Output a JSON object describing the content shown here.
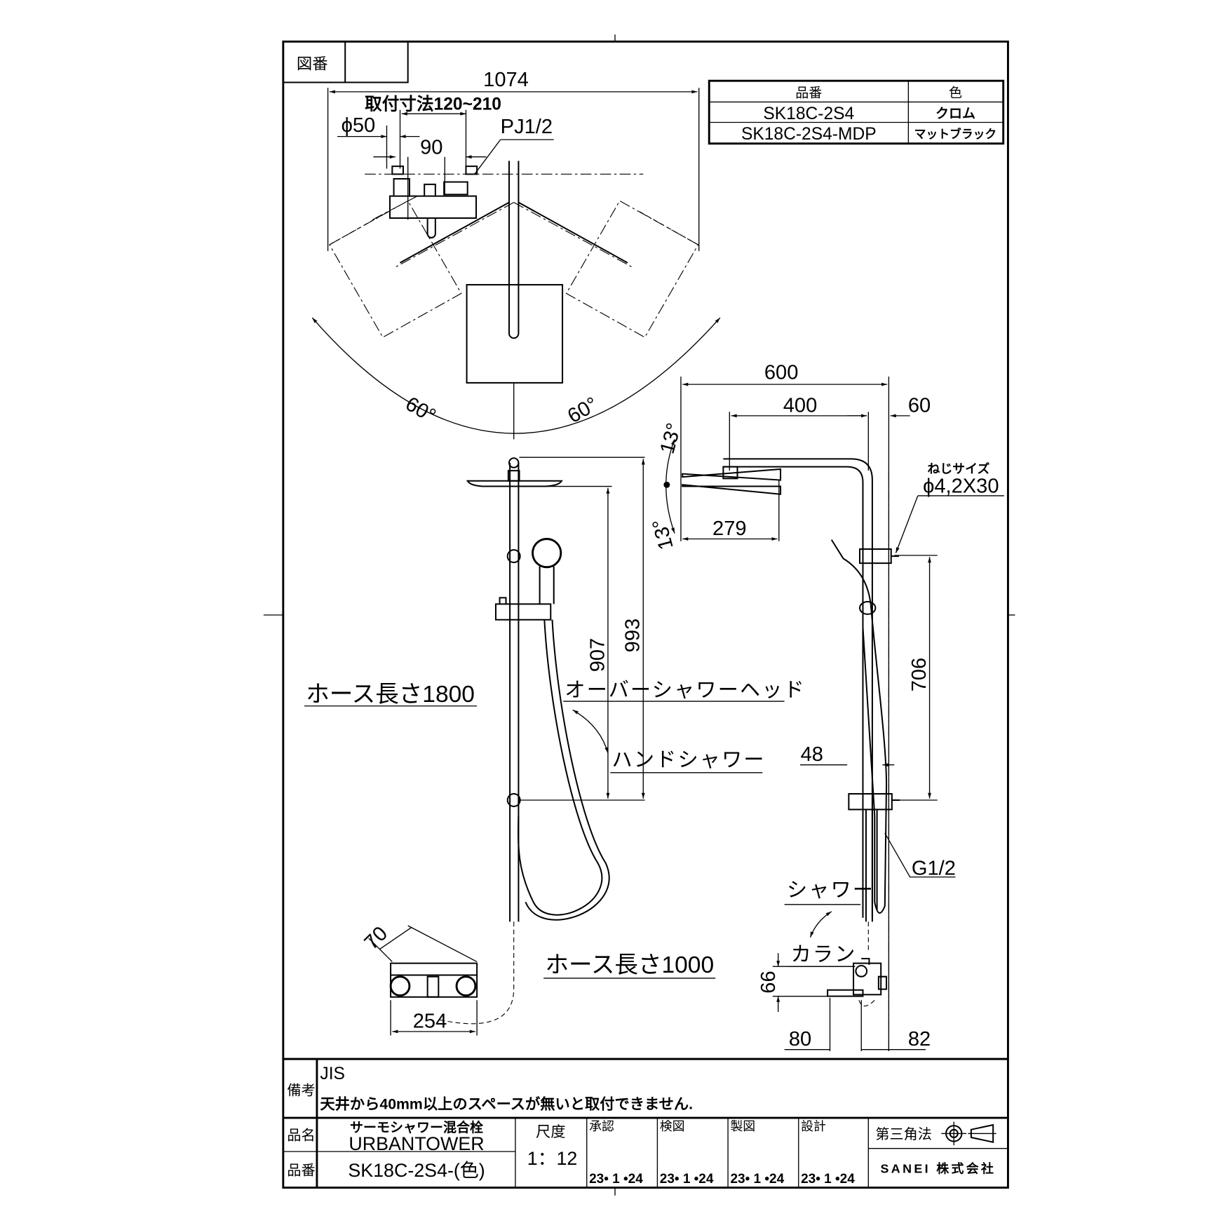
{
  "header": {
    "drawing_number_label": "図番",
    "drawing_number_value": ""
  },
  "parts_table": {
    "headers": [
      "品番",
      "色"
    ],
    "rows": [
      {
        "part": "SK18C-2S4",
        "color": "クロム"
      },
      {
        "part": "SK18C-2S4-MDP",
        "color": "マットブラック"
      }
    ]
  },
  "top_view": {
    "overall_width": "1074",
    "mount_range": "取付寸法120~210",
    "diameter": "ϕ50",
    "spacing": "90",
    "thread": "PJ1/2",
    "angle_left": "60°",
    "angle_right": "60°"
  },
  "front_view": {
    "height_hand": "907",
    "height_head": "993",
    "hose_long": "ホース長さ1800",
    "hose_short": "ホース長さ1000",
    "overhead_label": "オーバーシャワーヘッド",
    "hand_label": "ハンドシャワー",
    "valve_depth": "70",
    "valve_width": "254"
  },
  "side_view": {
    "width_600": "600",
    "width_400": "400",
    "offset_60": "60",
    "tilt_up": "13°",
    "tilt_down": "13°",
    "head_size": "279",
    "screw_label": "ねじサイズ",
    "screw_size": "ϕ4,2X30",
    "bracket_span": "706",
    "offset_48": "48",
    "connection": "G1/2",
    "shower_label": "シャワー",
    "spout_label": "カラン",
    "spout_height": "66",
    "spout_80": "80",
    "spout_82": "82"
  },
  "notes": {
    "label": "備考",
    "standard": "JIS",
    "text": "天井から40mm以上のスペースが無いと取付できません."
  },
  "title_block": {
    "name_label": "品名",
    "product_name_jp": "サーモシャワー混合栓",
    "product_name": "URBANTOWER",
    "number_label": "品番",
    "product_number": "SK18C-2S4-(色)",
    "scale_label": "尺度",
    "scale": "1：12",
    "approvals": [
      {
        "role": "承認",
        "date": "23• 1 •24"
      },
      {
        "role": "検図",
        "date": "23• 1 •24"
      },
      {
        "role": "製図",
        "date": "23• 1 •24"
      },
      {
        "role": "設計",
        "date": "23• 1 •24"
      }
    ],
    "projection": "第三角法",
    "company": "SANEI 株式会社"
  }
}
